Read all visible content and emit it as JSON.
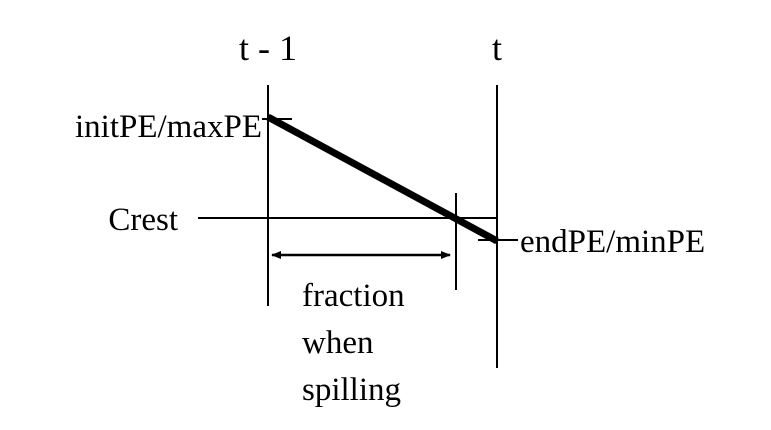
{
  "labels": {
    "t_minus_1": "t - 1",
    "t": "t",
    "init_pe": "initPE/maxPE",
    "crest": "Crest",
    "end_pe": "endPE/minPE",
    "fraction_lines": [
      "fraction",
      "when",
      "spilling"
    ]
  },
  "colors": {
    "ink": "#000000",
    "background": "#ffffff"
  }
}
